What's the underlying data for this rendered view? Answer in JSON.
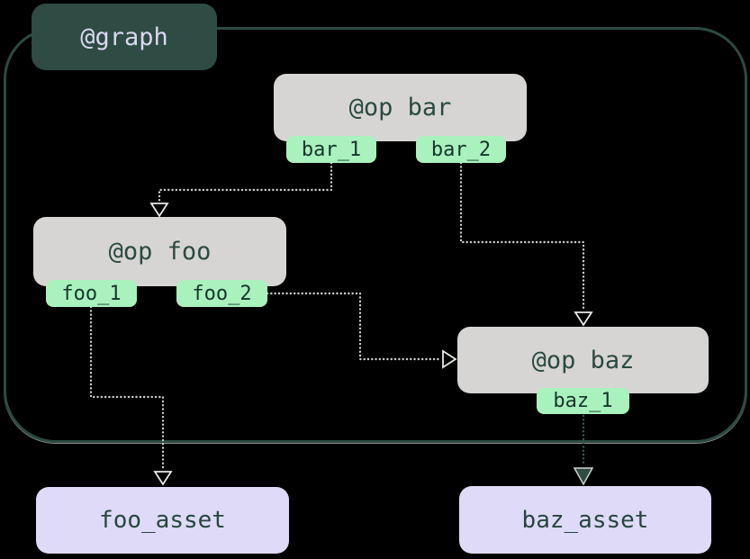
{
  "graph": {
    "label": "@graph"
  },
  "ops": [
    {
      "label": "@op bar",
      "outputs": [
        "bar_1",
        "bar_2"
      ]
    },
    {
      "label": "@op foo",
      "outputs": [
        "foo_1",
        "foo_2"
      ]
    },
    {
      "label": "@op baz",
      "outputs": [
        "baz_1"
      ]
    }
  ],
  "assets": [
    {
      "label": "foo_asset"
    },
    {
      "label": "baz_asset"
    }
  ],
  "edges": [
    {
      "from": "bar_1",
      "to": "@op foo"
    },
    {
      "from": "bar_2",
      "to": "@op baz"
    },
    {
      "from": "foo_2",
      "to": "@op baz"
    },
    {
      "from": "foo_1",
      "to": "foo_asset"
    },
    {
      "from": "baz_1",
      "to": "baz_asset"
    }
  ],
  "colors": {
    "background": "#000000",
    "graph_badge_bg": "#2E4B44",
    "graph_badge_text": "#DBD8F1",
    "container_border": "#2B4B43",
    "op_bg": "#D7D5D3",
    "op_text": "#2A4A42",
    "output_tag_bg": "#A9F2BE",
    "output_tag_text": "#16352C",
    "asset_bg": "#DEDAF7",
    "asset_text": "#26463E",
    "edge_light": "#CDD0CD",
    "edge_dark": "#3A5A50"
  }
}
